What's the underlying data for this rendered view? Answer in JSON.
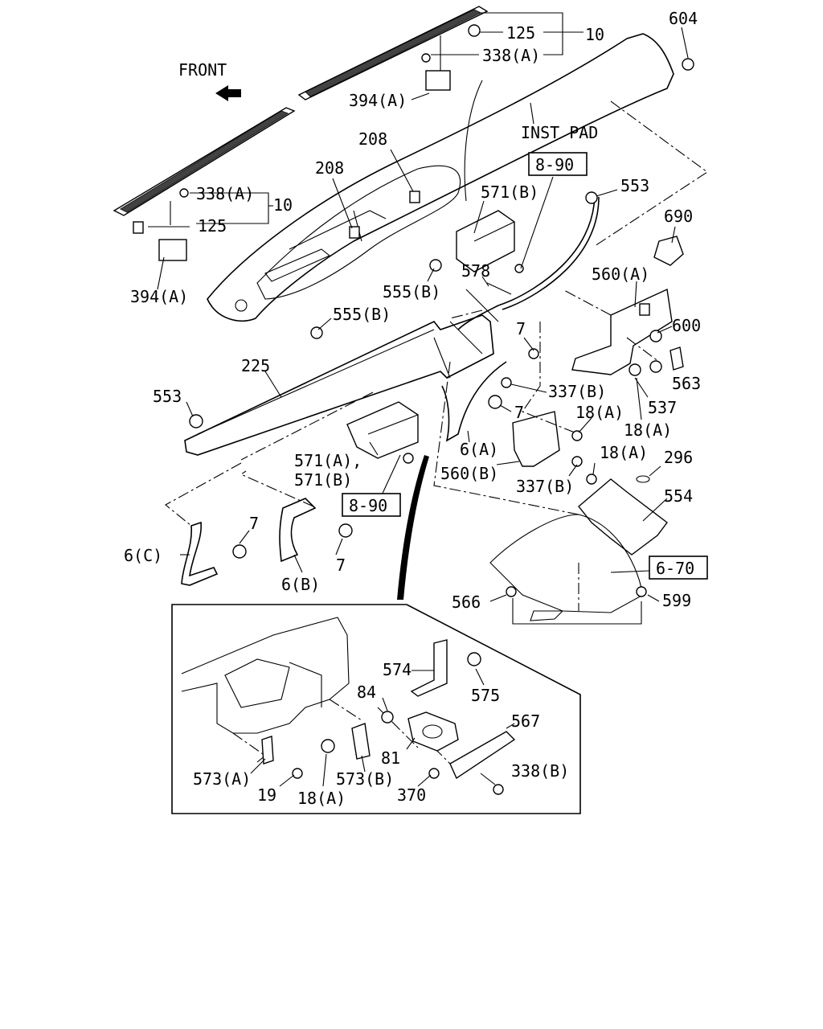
{
  "diagram": {
    "labels": {
      "front": "FRONT",
      "inst_pad": "INST PAD",
      "l_125_top": "125",
      "l_10_top": "10",
      "l_338a_top": "338(A)",
      "l_394a_top": "394(A)",
      "l_604": "604",
      "l_208_a": "208",
      "l_208_b": "208",
      "l_338a_left": "338(A)",
      "l_10_left": "10",
      "l_125_left": "125",
      "l_394a_left": "394(A)",
      "ref_8_90_top": "8-90",
      "l_571b_top": "571(B)",
      "l_553_top": "553",
      "l_690": "690",
      "l_578": "578",
      "l_555b_a": "555(B)",
      "l_555b_b": "555(B)",
      "l_560a": "560(A)",
      "l_600": "600",
      "l_7_a": "7",
      "l_563": "563",
      "l_225": "225",
      "l_337b_a": "337(B)",
      "l_553_left": "553",
      "l_7_b": "7",
      "l_537": "537",
      "l_18a_a": "18(A)",
      "l_18a_b": "18(A)",
      "l_6a": "6(A)",
      "l_571a": "571(A),",
      "l_571b_mid": "571(B)",
      "l_560b": "560(B)",
      "l_18a_c": "18(A)",
      "l_296": "296",
      "l_337b_b": "337(B)",
      "ref_8_90_mid": "8-90",
      "l_554": "554",
      "l_7_c": "7",
      "l_6c": "6(C)",
      "l_7_d": "7",
      "l_6b": "6(B)",
      "ref_6_70": "6-70",
      "l_566": "566",
      "l_599": "599",
      "l_574": "574",
      "l_575": "575",
      "l_84": "84",
      "l_567": "567",
      "l_81": "81",
      "l_338b": "338(B)",
      "l_573a": "573(A)",
      "l_19": "19",
      "l_18a_d": "18(A)",
      "l_573b": "573(B)",
      "l_370": "370"
    }
  }
}
